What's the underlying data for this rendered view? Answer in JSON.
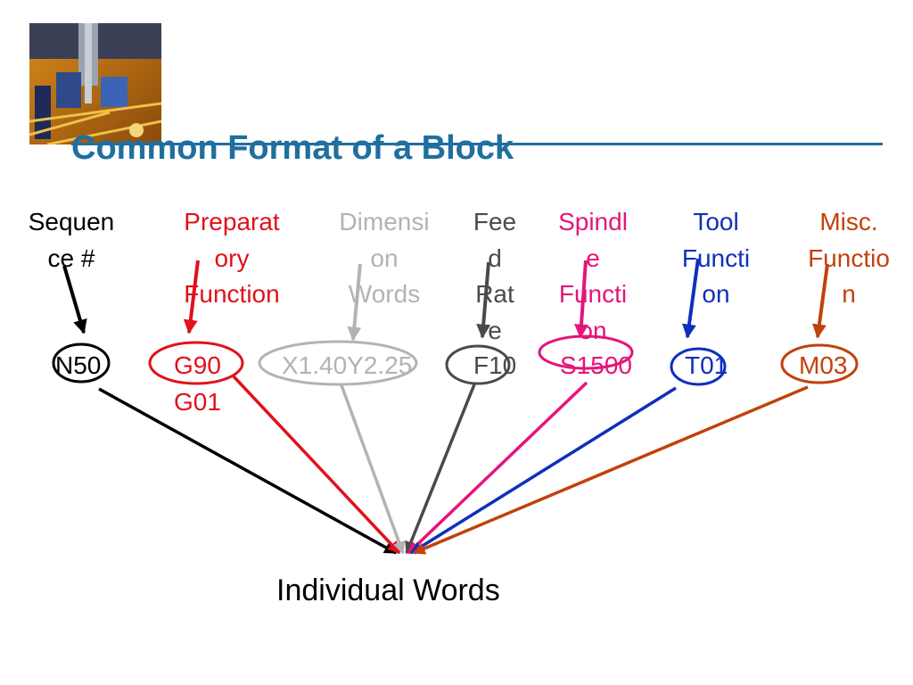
{
  "slide": {
    "title": "Common Format of a Block",
    "photo_icon": "circuit-board-photo",
    "bottom_label": "Individual Words"
  },
  "groups": [
    {
      "key": "sequence",
      "label_lines": [
        "Sequen",
        "ce  #"
      ],
      "words": [
        "N50"
      ],
      "color": "#000000"
    },
    {
      "key": "preparatory",
      "label_lines": [
        "Preparat",
        "ory",
        "Function"
      ],
      "words": [
        "G90",
        "G01"
      ],
      "color": "#e0121b"
    },
    {
      "key": "dimension",
      "label_lines": [
        "Dimensi",
        "on",
        "Words"
      ],
      "words": [
        "X1.40Y2.25"
      ],
      "color": "#b3b3b3"
    },
    {
      "key": "feed",
      "label_lines": [
        "Fee",
        "d",
        "Rat",
        "e"
      ],
      "words": [
        "F10"
      ],
      "color": "#4a4a4a"
    },
    {
      "key": "spindle",
      "label_lines": [
        "Spindl",
        "e",
        "Functi",
        "on"
      ],
      "words": [
        "S1500"
      ],
      "color": "#e5157a"
    },
    {
      "key": "tool",
      "label_lines": [
        "Tool",
        "Functi",
        "on"
      ],
      "words": [
        "T01"
      ],
      "color": "#0f2fbd"
    },
    {
      "key": "misc",
      "label_lines": [
        "Misc.",
        "Functio",
        "n"
      ],
      "words": [
        "M03"
      ],
      "color": "#c2410c"
    }
  ],
  "colors": {
    "title": "#1f6f9f"
  }
}
